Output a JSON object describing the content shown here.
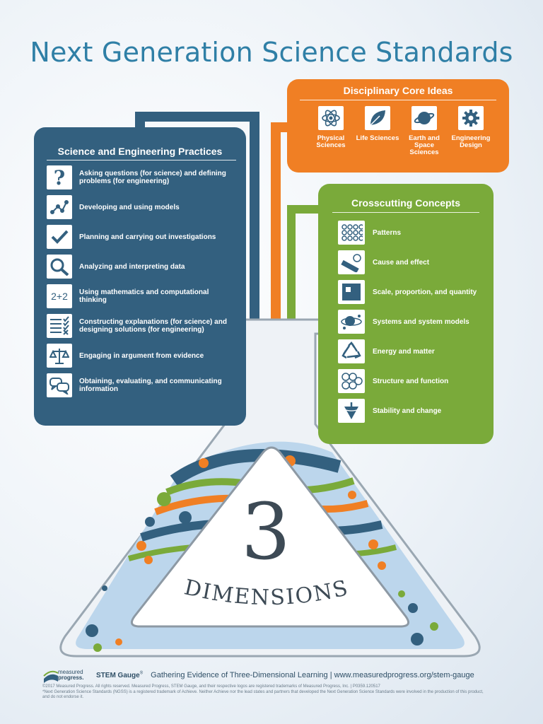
{
  "title": "Next Generation Science Standards",
  "sep": {
    "title": "Science and Engineering Practices",
    "items": [
      {
        "label": "Asking questions (for science) and defining problems (for engineering)",
        "icon": "question-icon"
      },
      {
        "label": "Developing and using models",
        "icon": "model-network-icon"
      },
      {
        "label": "Planning and carrying out investigations",
        "icon": "checkmark-icon"
      },
      {
        "label": "Analyzing and interpreting data",
        "icon": "magnifier-icon"
      },
      {
        "label": "Using mathematics and computational thinking",
        "icon": "math-icon"
      },
      {
        "label": "Constructing explanations (for science) and designing solutions (for engineering)",
        "icon": "checklist-icon"
      },
      {
        "label": "Engaging in argument from evidence",
        "icon": "scales-icon"
      },
      {
        "label": "Obtaining, evaluating, and communicating information",
        "icon": "speech-bubbles-icon"
      }
    ],
    "math_glyph": "2+2",
    "question_glyph": "?"
  },
  "dci": {
    "title": "Disciplinary Core Ideas",
    "items": [
      {
        "label": "Physical Sciences",
        "icon": "atom-icon"
      },
      {
        "label": "Life Sciences",
        "icon": "leaf-icon"
      },
      {
        "label": "Earth and Space Sciences",
        "icon": "planet-icon"
      },
      {
        "label": "Engineering Design",
        "icon": "gear-icon"
      }
    ]
  },
  "cc": {
    "title": "Crosscutting Concepts",
    "items": [
      {
        "label": "Patterns",
        "icon": "pattern-icon"
      },
      {
        "label": "Cause and effect",
        "icon": "cause-effect-icon"
      },
      {
        "label": "Scale, proportion, and quantity",
        "icon": "scale-square-icon"
      },
      {
        "label": "Systems and system models",
        "icon": "solar-system-icon"
      },
      {
        "label": "Energy and matter",
        "icon": "recycle-icon"
      },
      {
        "label": "Structure and function",
        "icon": "hexagon-structure-icon"
      },
      {
        "label": "Stability and change",
        "icon": "spinning-top-icon"
      }
    ]
  },
  "center": {
    "number": "3",
    "word": "DIMENSIONS"
  },
  "footer": {
    "logo_text_1": "measured",
    "logo_text_2": "progress.",
    "brand": "STEM Gauge",
    "brand_mark": "®",
    "tagline": "Gathering Evidence of Three-Dimensional Learning | www.measuredprogress.org/stem-gauge",
    "fine1": "©2017 Measured Progress. All rights reserved. Measured Progress, STEM Gauge, and their respective logos are registered trademarks of Measured Progress, Inc. | P0359.120517",
    "fine2": "*Next Generation Science Standards (NGSS) is a registered trademark of Achieve. Neither Achieve nor the lead states and partners that developed the Next Generation Science Standards were involved in the production of this product,",
    "fine3": "and do not endorse it."
  },
  "colors": {
    "blue": "#33607f",
    "orange": "#f07f24",
    "green": "#7aaa3a",
    "title": "#2f7fa6",
    "flask_liquid": "#bcd6ec"
  }
}
